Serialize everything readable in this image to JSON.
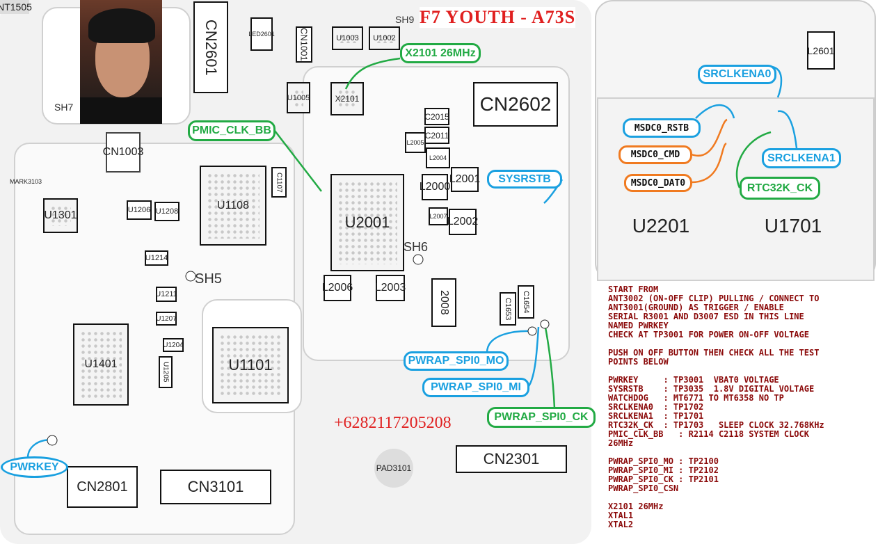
{
  "title": "F7 YOUTH - A73S",
  "phone": "+6282117205208",
  "colors": {
    "title": "#e02020",
    "notes": "#8b0a0a",
    "green": "#22aa44",
    "blue": "#1aa0e0",
    "orange": "#f07a20"
  },
  "components": {
    "cn2601": "CN2601",
    "cn1003": "CN1003",
    "u1108": "U1108",
    "u2001": "U2001",
    "x2101": "X2101",
    "cn2602": "CN2602",
    "l2000": "L2000",
    "l2001": "L2001",
    "l2002": "L2002",
    "l2006": "L2006",
    "l2003": "L2003",
    "c2015": "C2015",
    "c2011": "C2011",
    "u1005": "U1005",
    "u1301": "U1301",
    "u1206": "U1206",
    "u1208": "U1208",
    "u1214": "U1214",
    "u1211": "U1211",
    "u1401": "U1401",
    "u1101": "U1101",
    "cn2801": "CN2801",
    "cn3101": "CN3101",
    "cn2301": "CN2301",
    "pad3101": "PAD3101",
    "u2201": "U2201",
    "u1701": "U1701",
    "l2601": "L2601",
    "led2601": "LED2601",
    "cn1001": "CN1001",
    "u1003": "U1003",
    "u1002": "U1002",
    "c2008": "2008",
    "c1653": "C1653",
    "c1654": "C1654",
    "nt1505": "NT1505",
    "mark3103": "MARK3103",
    "u1207": "U1207",
    "u1204": "U1204",
    "u1205": "U1205",
    "c1107": "C1107",
    "l2007": "L2007",
    "l2004": "L2004",
    "l2005": "L2005"
  },
  "shields": {
    "sh5": "SH5",
    "sh6": "SH6",
    "sh7": "SH7",
    "sh9": "SH9"
  },
  "callouts": {
    "pmic_clk_bb": "PMIC_CLK_BB",
    "x2101": "X2101 26MHz",
    "sysrstb": "SYSRSTB",
    "srclkena0": "SRCLKENA0",
    "msdc0_rstb": "MSDC0_RSTB",
    "msdc0_cmd": "MSDC0_CMD",
    "msdc0_dat0": "MSDC0_DAT0",
    "srclkena1": "SRCLKENA1",
    "rtc32k_ck": "RTC32K_CK",
    "pwrap_spi0_mo": "PWRAP_SPI0_MO",
    "pwrap_spi0_mi": "PWRAP_SPI0_MI",
    "pwrap_spi0_ck": "PWRAP_SPI0_CK",
    "pwrkey": "PWRKEY"
  },
  "notes": [
    "START FROM",
    "ANT3002 (ON-OFF CLIP) PULLING / CONNECT TO",
    "ANT3001(GROUND) AS TRIGGER / ENABLE",
    "SERIAL R3001 AND D3007 ESD IN THIS LINE",
    "NAMED PWRKEY",
    "CHECK AT TP3001 FOR POWER ON-OFF VOLTAGE",
    "",
    "PUSH ON OFF BUTTON THEN CHECK ALL THE TEST",
    "POINTS BELOW",
    "",
    "PWRKEY     : TP3001  VBAT0 VOLTAGE",
    "SYSRSTB    : TP3035  1.8V DIGITAL VOLTAGE",
    "WATCHDOG   : MT6771 TO MT6358 NO TP",
    "SRCLKENA0  : TP1702",
    "SRCLKENA1  : TP1701",
    "RTC32K_CK  : TP1703   SLEEP CLOCK 32.768KHz",
    "PMIC_CLK_BB   : R2114 C2118 SYSTEM CLOCK",
    "26MHz",
    "",
    "PWRAP_SPI0_MO : TP2100",
    "PWRAP_SPI0_MI : TP2102",
    "PWRAP_SPI0_CK : TP2101",
    "PWRAP_SPI0_CSN",
    "",
    "X2101 26MHz",
    "XTAL1",
    "XTAL2"
  ]
}
